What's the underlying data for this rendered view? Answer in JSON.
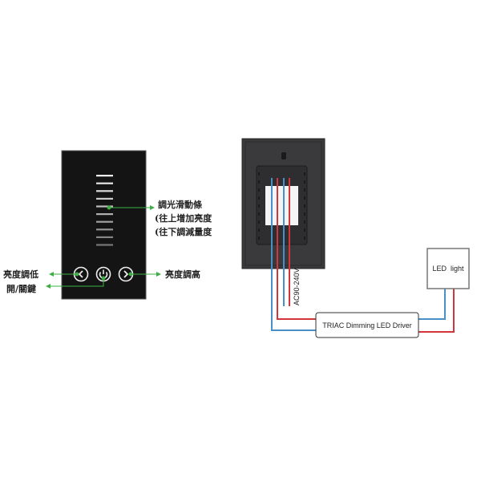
{
  "front_panel": {
    "slider_label": "調光滑動條",
    "slider_up_note": "(往上增加亮度",
    "slider_down_note": "(往下調減量度",
    "dim_down_label": "亮度調低",
    "power_label": "開/關鍵",
    "dim_up_label": "亮度調高",
    "slider_levels": 10
  },
  "wiring": {
    "voltage_label": "AC90-240V",
    "driver_label": "TRIAC Dimming LED Driver",
    "led_label": "LED  light"
  },
  "colors": {
    "panel": "#111111",
    "annotation_green": "#3cb043",
    "live_wire": "#d0363a",
    "neutral_wire": "#4a90c8"
  }
}
